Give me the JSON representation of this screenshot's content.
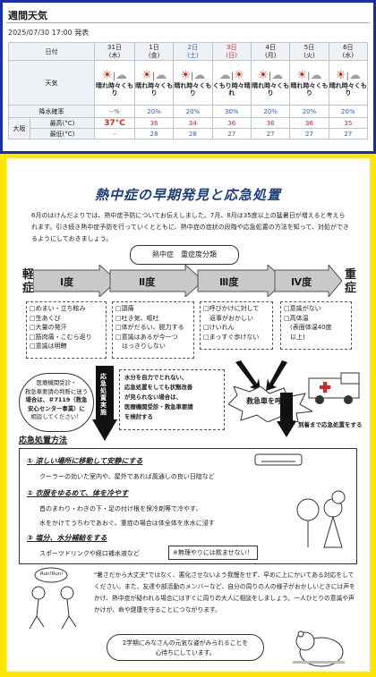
{
  "weekly": {
    "title": "週間天気",
    "issued": "2025/07/30 17:00 発表",
    "row_date": "日付",
    "row_weather": "天気",
    "row_precip": "降水確率",
    "region": "大阪",
    "row_high": "最高(°C)",
    "row_low": "最低(°C)",
    "days": [
      {
        "d": "31日",
        "w": "(木)",
        "text": "晴れ時々くもり",
        "p": "--%",
        "hi": "37°C",
        "lo": "-"
      },
      {
        "d": "1日",
        "w": "(金)",
        "text": "晴れ時々くもり",
        "p": "20%",
        "hi": "36",
        "lo": "28"
      },
      {
        "d": "2日",
        "w": "(土)",
        "text": "晴れ時々くもり",
        "p": "20%",
        "hi": "34",
        "lo": "28"
      },
      {
        "d": "3日",
        "w": "(日)",
        "text": "くもり時々晴れ",
        "p": "30%",
        "hi": "36",
        "lo": "27"
      },
      {
        "d": "4日",
        "w": "(月)",
        "text": "晴れ時々くもり",
        "p": "20%",
        "hi": "36",
        "lo": "27"
      },
      {
        "d": "5日",
        "w": "(火)",
        "text": "晴れ時々くもり",
        "p": "20%",
        "hi": "36",
        "lo": "27"
      },
      {
        "d": "6日",
        "w": "(水)",
        "text": "晴れ時々くもり",
        "p": "20%",
        "hi": "35",
        "lo": "27"
      }
    ]
  },
  "doc": {
    "title": "熱中症の早期発見と応急処置",
    "intro": "6月のはけんだよりでは、熱中症予防についてお伝えしました。7月、8月は35度以上の猛暑日が増えると考えられます。引き続き熱中症予防を行っていくとともに、熱中症の症状の段階や応急処置の方法を知って、対処ができるようにしておきましょう。",
    "severity_title": "熱中症　重症度分類",
    "light": "軽症",
    "heavy": "重症",
    "levels": [
      "Ⅰ度",
      "Ⅱ度",
      "Ⅲ度",
      "Ⅳ度"
    ],
    "l1": [
      "□めまい・立ち眩み",
      "□生あくび",
      "□大量の発汗",
      "□筋肉痛・こむら返り",
      "□意識は明瞭"
    ],
    "l2": [
      "□頭痛",
      "□吐き気、嘔吐",
      "□体がだるい、脱力する",
      "□意識はあるが今一つ",
      "　はっきりしない"
    ],
    "l3": [
      "□呼びかけに対して",
      "　返事がおかしい",
      "□けいれん",
      "□まっすぐ歩けない"
    ],
    "l4": [
      "□意識がない",
      "□高体温",
      "　(表面体温40度",
      "　以上)"
    ],
    "consult": [
      "医療機関受診・",
      "救急車要請の判断に迷う",
      "場合は、＃7119（救急",
      "安心センター事業）に",
      "相談してください！"
    ],
    "emergency_arrow": "応急処置実施",
    "no_improve": [
      "水分を自力でとれない、",
      "応急処置をしても状態改善",
      "が見られない場合は、",
      "医療機関受診・救急車要請",
      "を検討する"
    ],
    "ambulance": "救急車を呼ぶ！",
    "until_arrival": "到着まで応急処置をする",
    "first_aid_title": "応急処置方法",
    "s1": "① 涼しい場所に移動して安静にする",
    "s1t": "クーラーの効いた室内や、屋外であれば風通しの良い日陰など",
    "s2": "② 衣服をゆるめて、体を冷やす",
    "s2t1": "首のまわり・わきの下・足の付け根を保冷剤等で冷やす、",
    "s2t2": "水をかけてうちわであおぐ、重症の場合は体全体を氷水に浸す",
    "s3": "③ 塩分、水分補給をする",
    "s3t": "スポーツドリンクや経口補水液など",
    "s3n": "※無理やりには飲ませない！",
    "bubble": "Run!Run!",
    "closing": "\"暑さだから大丈夫\"ではなく、悪化させないよう我慢をせず、早めに上にかいてある対応をしてください。また、友達や部活動のメンバーなど、自分の周りの人の様子がおかしいときには声をかけ、熱中症が疑われる場合にはすぐに周りの大人に相談をしましょう。一人ひとりの意識や声かけが、命や健康を守ることにつながります。",
    "wish": [
      "2学期にみなさんの元気な姿がみられることを",
      "心待ちにしています。"
    ]
  }
}
